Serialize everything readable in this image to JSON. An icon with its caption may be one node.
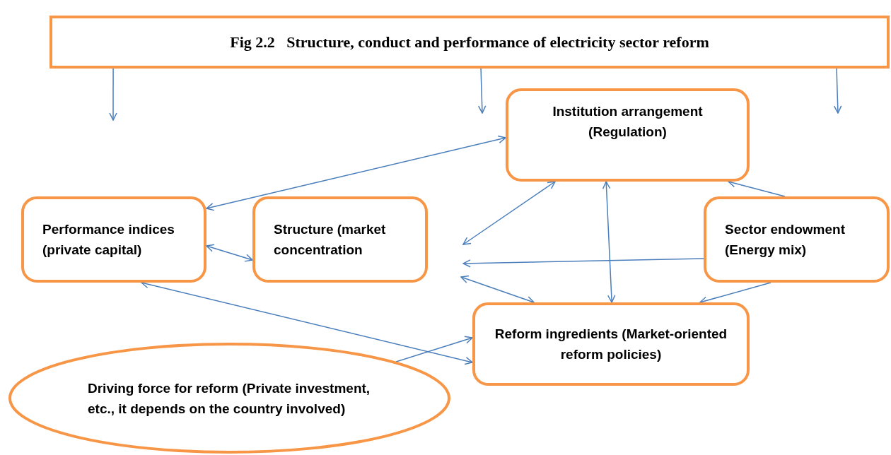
{
  "diagram": {
    "nodes": [
      {
        "text": [
          "Fig 2.2   Structure, conduct and performance of electricity sector reform"
        ]
      },
      {
        "text": [
          "Institution arrangement (Regulation)"
        ]
      },
      {
        "text": [
          "Performance indices (private capital)"
        ]
      },
      {
        "text": [
          "Structure (market concentration"
        ]
      },
      {
        "text": [
          "Sector endowment (Energy mix)"
        ]
      },
      {
        "text": [
          "Reform ingredients (Market-oriented reform policies)"
        ]
      },
      {
        "text": [
          "Driving force for reform (Private investment, etc., it depends on the country involved)"
        ]
      }
    ],
    "edges": [
      {
        "from": 0,
        "to": null,
        "arrow": "to"
      },
      {
        "from": 0,
        "to": null,
        "arrow": "to"
      },
      {
        "from": 0,
        "to": null,
        "arrow": "to"
      },
      {
        "from": 2,
        "to": 1,
        "arrow": "both"
      },
      {
        "from": 2,
        "to": 3,
        "arrow": "both"
      },
      {
        "from": 1,
        "to": null,
        "arrow": "both"
      },
      {
        "from": 4,
        "to": 1,
        "arrow": "to"
      },
      {
        "from": 4,
        "to": null,
        "arrow": "to"
      },
      {
        "from": 1,
        "to": 5,
        "arrow": "both"
      },
      {
        "from": null,
        "to": 5,
        "arrow": "both"
      },
      {
        "from": 4,
        "to": 5,
        "arrow": "to"
      },
      {
        "from": 2,
        "to": 5,
        "arrow": "both"
      },
      {
        "from": 6,
        "to": 5,
        "arrow": "to"
      }
    ]
  }
}
